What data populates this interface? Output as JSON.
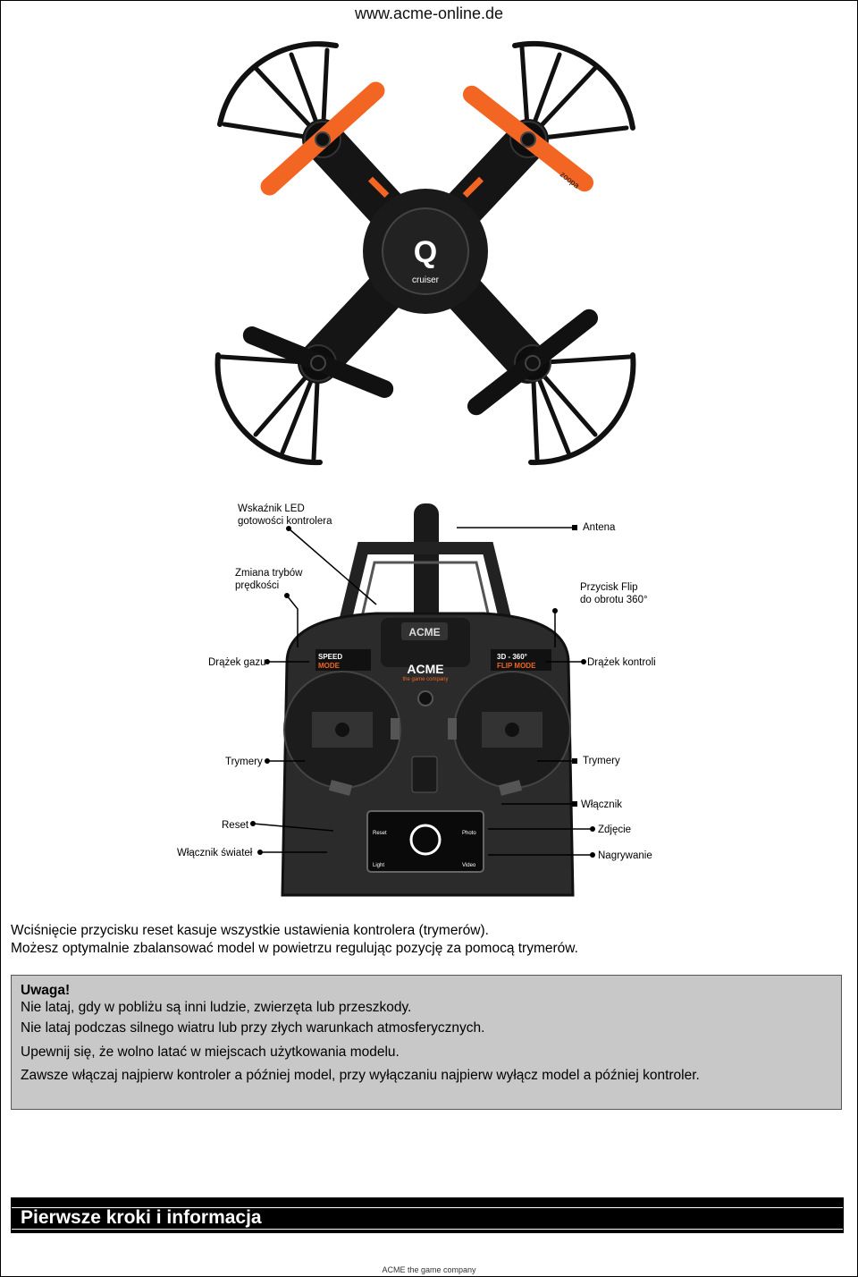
{
  "header": {
    "url": "www.acme-online.de"
  },
  "drone": {
    "hub_letter": "Q",
    "hub_text": "cruiser",
    "brand_text": "zoopa"
  },
  "controller": {
    "top_badge": "ACME",
    "speed_label": "SPEED",
    "speed_sub": "MODE",
    "flip_label": "3D - 360°",
    "flip_sub": "FLIP MODE",
    "center_logo": "ACME",
    "center_sub": "the game company",
    "screen_reset": "Reset",
    "screen_photo": "Photo",
    "screen_light": "Light",
    "screen_video": "Video",
    "callouts": {
      "led_line1": "Wskaźnik LED",
      "led_line2": "gotowości kontrolera",
      "antenna": "Antena",
      "speed_line1": "Zmiana trybów",
      "speed_line2": "prędkości",
      "flip_line1": "Przycisk Flip",
      "flip_line2": "do obrotu 360°",
      "throttle": "Drążek gazu",
      "control_stick": "Drążek kontroli",
      "trims_left": "Trymery",
      "trims_right": "Trymery",
      "power": "Włącznik",
      "reset": "Reset",
      "photo": "Zdjęcie",
      "lights": "Włącznik świateł",
      "record": "Nagrywanie"
    }
  },
  "body": {
    "line1": "Wciśnięcie przycisku reset kasuje wszystkie ustawienia kontrolera (trymerów).",
    "line2": "Możesz optymalnie zbalansować model w powietrzu regulując pozycję za pomocą trymerów."
  },
  "warning": {
    "title": "Uwaga!",
    "lines": [
      "Nie lataj, gdy w pobliżu są inni ludzie, zwierzęta lub przeszkody.",
      "Nie lataj podczas silnego wiatru lub przy złych warunkach atmosferycznych.",
      "Upewnij się, że wolno latać w miejscach użytkowania modelu.",
      "Zawsze włączaj najpierw kontroler a później model, przy wyłączaniu najpierw wyłącz model a później kontroler."
    ]
  },
  "section": {
    "title": "Pierwsze kroki i informacja"
  },
  "footer": {
    "text": "ACME the game company"
  },
  "colors": {
    "orange": "#f26522",
    "black": "#111111",
    "warning_bg": "#c8c8c8"
  }
}
